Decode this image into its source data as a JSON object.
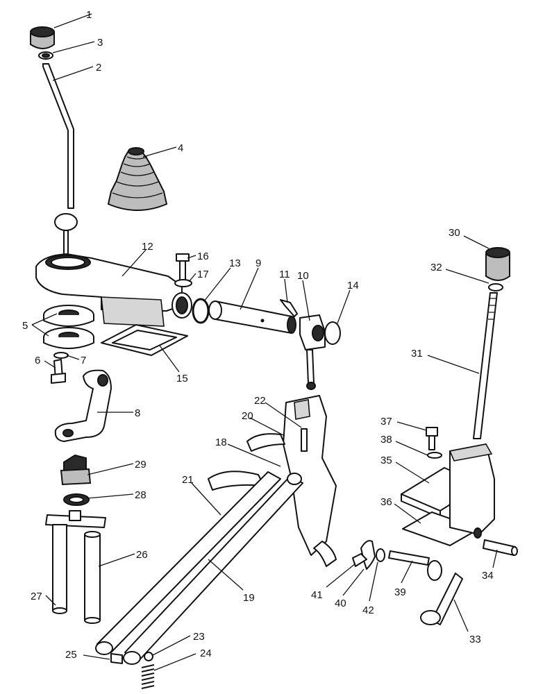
{
  "callouts": [
    {
      "label": "1"
    },
    {
      "label": "2"
    },
    {
      "label": "3"
    },
    {
      "label": "4"
    },
    {
      "label": "5"
    },
    {
      "label": "6"
    },
    {
      "label": "7"
    },
    {
      "label": "8"
    },
    {
      "label": "9"
    },
    {
      "label": "10"
    },
    {
      "label": "11"
    },
    {
      "label": "12"
    },
    {
      "label": "13"
    },
    {
      "label": "14"
    },
    {
      "label": "15"
    },
    {
      "label": "16"
    },
    {
      "label": "17"
    },
    {
      "label": "18"
    },
    {
      "label": "19"
    },
    {
      "label": "20"
    },
    {
      "label": "21"
    },
    {
      "label": "22"
    },
    {
      "label": "23"
    },
    {
      "label": "24"
    },
    {
      "label": "25"
    },
    {
      "label": "26"
    },
    {
      "label": "27"
    },
    {
      "label": "28"
    },
    {
      "label": "29"
    },
    {
      "label": "30"
    },
    {
      "label": "31"
    },
    {
      "label": "32"
    },
    {
      "label": "33"
    },
    {
      "label": "34"
    },
    {
      "label": "35"
    },
    {
      "label": "36"
    },
    {
      "label": "37"
    },
    {
      "label": "38"
    },
    {
      "label": "39"
    },
    {
      "label": "40"
    },
    {
      "label": "41"
    },
    {
      "label": "42"
    }
  ]
}
